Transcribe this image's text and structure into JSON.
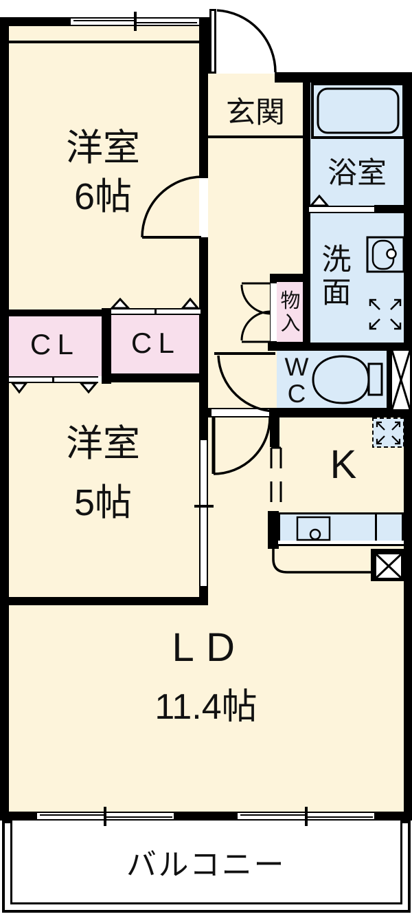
{
  "rooms": {
    "bedroom6": {
      "name": "洋室",
      "size": "6帖"
    },
    "entrance": {
      "name": "玄関"
    },
    "bathroom": {
      "name": "浴室"
    },
    "washroom": {
      "name": "洗面"
    },
    "storage": {
      "name": "物入"
    },
    "closet_left": {
      "name": "CL"
    },
    "closet_right": {
      "name": "CL"
    },
    "toilet": {
      "name": "WC"
    },
    "bedroom5": {
      "name": "洋室",
      "size": "5帖"
    },
    "kitchen": {
      "name": "K"
    },
    "living_dining": {
      "name": "LD",
      "size": "11.4帖"
    },
    "balcony": {
      "name": "バルコニー"
    }
  },
  "colors": {
    "room": "#fdf4db",
    "wet": "#d9eaf8",
    "closet": "#f8dfec",
    "wall": "#000000",
    "outside": "#ffffff"
  },
  "icons": {
    "bathtub": "bathtub-icon",
    "washbasin": "washbasin-icon",
    "washer_place": "washing-machine-place-icon",
    "toilet_bowl": "toilet-icon",
    "fridge_place": "refrigerator-place-icon",
    "kitchen_sink": "kitchen-sink-icon",
    "pipe_space": "pipe-space-x-icon",
    "door_swing": "door-swing-arc-icon",
    "sliding_window": "sliding-window-icon",
    "folding_door": "folding-door-triangle-icon"
  }
}
